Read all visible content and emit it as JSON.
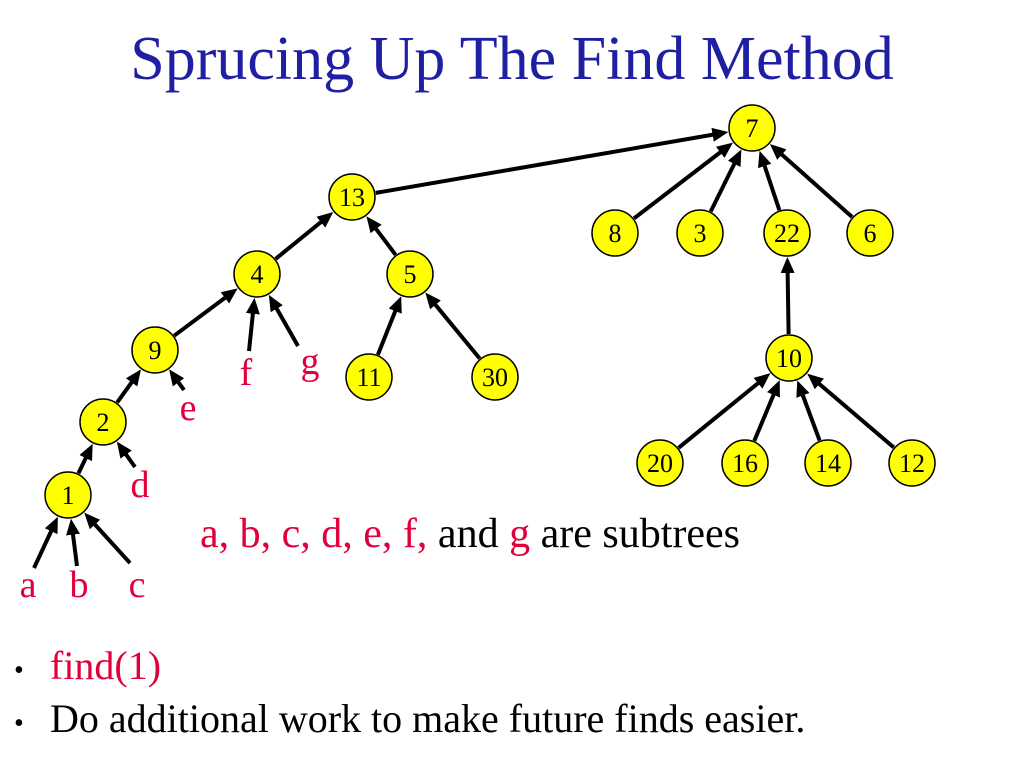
{
  "slide": {
    "title": "Sprucing Up The Find Method",
    "colors": {
      "title": "#1f1fa3",
      "highlight": "#e2003c",
      "text": "#000000",
      "node_fill": "#ffff00",
      "node_stroke": "#000000",
      "edge": "#000000"
    }
  },
  "tree": {
    "nodes": [
      {
        "label": "7"
      },
      {
        "label": "13",
        "parent": 0
      },
      {
        "label": "8",
        "parent": 0
      },
      {
        "label": "3",
        "parent": 0
      },
      {
        "label": "22",
        "parent": 0
      },
      {
        "label": "6",
        "parent": 0
      },
      {
        "label": "4",
        "parent": 1
      },
      {
        "label": "5",
        "parent": 1
      },
      {
        "label": "9",
        "parent": 6
      },
      {
        "label": "10",
        "parent": 4
      },
      {
        "label": "11",
        "parent": 7
      },
      {
        "label": "30",
        "parent": 7
      },
      {
        "label": "2",
        "parent": 8
      },
      {
        "label": "20",
        "parent": 9
      },
      {
        "label": "16",
        "parent": 9
      },
      {
        "label": "14",
        "parent": 9
      },
      {
        "label": "12",
        "parent": 9
      },
      {
        "label": "1",
        "parent": 12
      }
    ],
    "subtrees": [
      {
        "label": "a",
        "parent": 17
      },
      {
        "label": "b",
        "parent": 17
      },
      {
        "label": "c",
        "parent": 17
      },
      {
        "label": "d",
        "parent": 12
      },
      {
        "label": "e",
        "parent": 8
      },
      {
        "label": "f",
        "parent": 6
      },
      {
        "label": "g",
        "parent": 6
      }
    ]
  },
  "caption": {
    "highlight_list": "a, b, c, d, e, f,",
    "and": "and",
    "highlight_g": "g",
    "rest": "are subtrees"
  },
  "bullet_symbol": "•",
  "bullets": [
    {
      "text": "find(1)",
      "highlight": true
    },
    {
      "text": "Do additional work to make future finds easier.",
      "highlight": false
    }
  ]
}
